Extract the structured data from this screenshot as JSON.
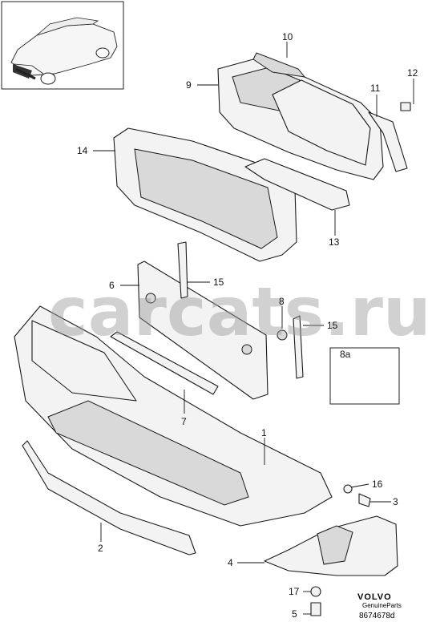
{
  "callouts": [
    {
      "id": "10"
    },
    {
      "id": "9"
    },
    {
      "id": "12"
    },
    {
      "id": "11"
    },
    {
      "id": "14"
    },
    {
      "id": "13"
    },
    {
      "id": "6"
    },
    {
      "id": "15"
    },
    {
      "id": "8"
    },
    {
      "id": "15"
    },
    {
      "id": "8a"
    },
    {
      "id": "7"
    },
    {
      "id": "1"
    },
    {
      "id": "16"
    },
    {
      "id": "3"
    },
    {
      "id": "2"
    },
    {
      "id": "4"
    },
    {
      "id": "17"
    },
    {
      "id": "5"
    }
  ],
  "watermark": "carcats.ru",
  "brand": {
    "name": "VOLVO",
    "tagline": "GenuineParts",
    "drawing_code": "8674678d"
  }
}
